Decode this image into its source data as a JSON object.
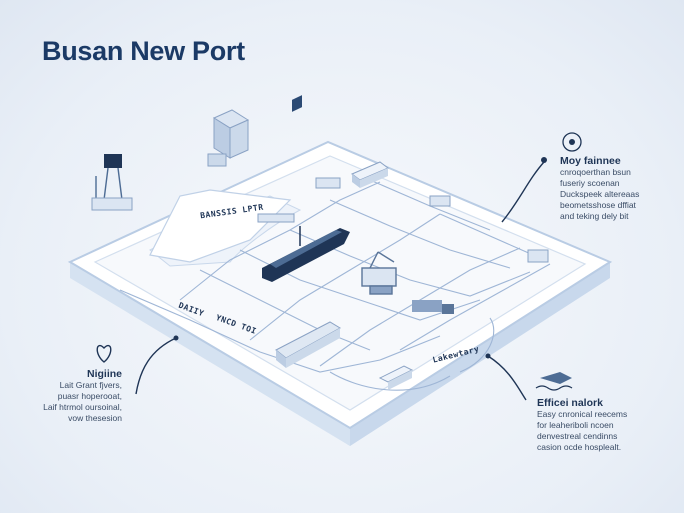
{
  "title": "Busan New Port",
  "callouts": {
    "top": {
      "head": "Moy fainnee",
      "lines": [
        "cnroqoerthan bsun",
        "fuseriy scoenan",
        "Duckspeek altereaas",
        "beometsshose dffiat",
        "and teking dely bit"
      ]
    },
    "left": {
      "head": "Nigiine",
      "lines": [
        "Lait Grant fjvers,",
        "puasr hoperooat,",
        "Laif htrmol oursoinal,",
        "vow thesesion"
      ]
    },
    "right": {
      "head": "Efficei nalork",
      "lines": [
        "Easy cnronical reecems",
        "for leaheriboli ncoen",
        "denvestreal cendinns",
        "casion ocde hosplealt."
      ]
    }
  },
  "map_labels": {
    "terminal_north": "BANSSIS LPTR",
    "terminal_west_a": "DAIIY",
    "terminal_west_b": "YNCD TOI",
    "gate": "Lakewtary"
  },
  "colors": {
    "accent": "#1b3a66",
    "platform": "#ffffff",
    "edge": "#b9cce4",
    "route": "#9fb6d6"
  }
}
